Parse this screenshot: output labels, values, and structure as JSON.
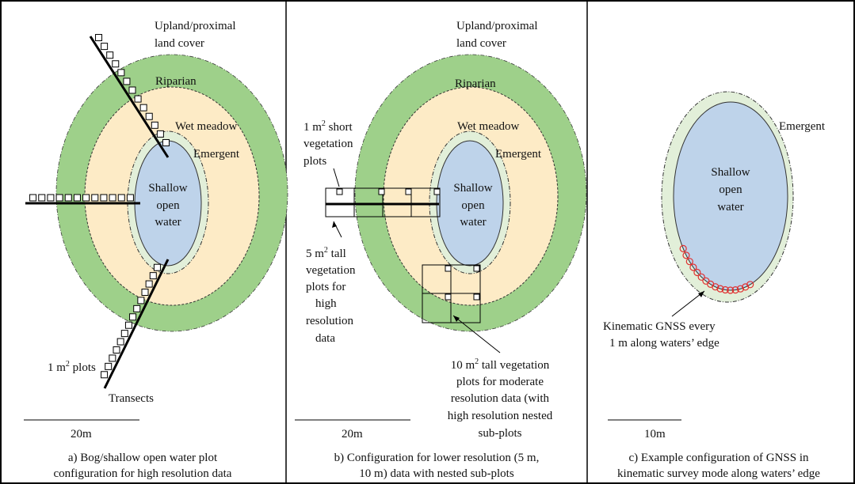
{
  "panel_a": {
    "upland_1": "Upland/proximal",
    "upland_2": "land cover",
    "riparian": "Riparian",
    "wet_meadow": "Wet meadow",
    "emergent": "Emergent",
    "water_1": "Shallow",
    "water_2": "open",
    "water_3": "water",
    "plots_label_pre": "1 m",
    "plots_label_sup": "2",
    "plots_label_post": " plots",
    "transects": "Transects",
    "scale": "20m",
    "caption_1": "a) Bog/shallow open water plot",
    "caption_2": "configuration for high resolution data"
  },
  "panel_b": {
    "upland_1": "Upland/proximal",
    "upland_2": "land cover",
    "riparian": "Riparian",
    "wet_meadow": "Wet meadow",
    "emergent": "Emergent",
    "water_1": "Shallow",
    "water_2": "open",
    "water_3": "water",
    "short_veg_1_pre": "1 m",
    "short_veg_1_sup": "2",
    "short_veg_1_post": " short",
    "short_veg_2": "vegetation",
    "short_veg_3": "plots",
    "tall5_1_pre": "5 m",
    "tall5_1_sup": "2",
    "tall5_1_post": " tall",
    "tall5_2": "vegetation",
    "tall5_3": "plots for",
    "tall5_4": "high",
    "tall5_5": "resolution",
    "tall5_6": "data",
    "tall10_1_pre": "10 m",
    "tall10_1_sup": "2",
    "tall10_1_post": " tall vegetation",
    "tall10_2": "plots for moderate",
    "tall10_3": "resolution data (with",
    "tall10_4": "high resolution nested",
    "tall10_5": "sub-plots",
    "scale": "20m",
    "caption_1": "b) Configuration for lower resolution (5 m,",
    "caption_2": "10 m) data with nested sub-plots"
  },
  "panel_c": {
    "emergent": "Emergent",
    "water_1": "Shallow",
    "water_2": "open",
    "water_3": "water",
    "gnss_1": "Kinematic GNSS every",
    "gnss_2": "1 m along waters’ edge",
    "scale": "10m",
    "caption_1": "c) Example configuration of GNSS in",
    "caption_2": "kinematic survey mode along waters’ edge"
  },
  "colors": {
    "riparian": "#9ed08a",
    "wet_meadow": "#fdebc6",
    "emergent": "#e2efd9",
    "water": "#bed3ea",
    "gnss_point": "#e03030"
  }
}
